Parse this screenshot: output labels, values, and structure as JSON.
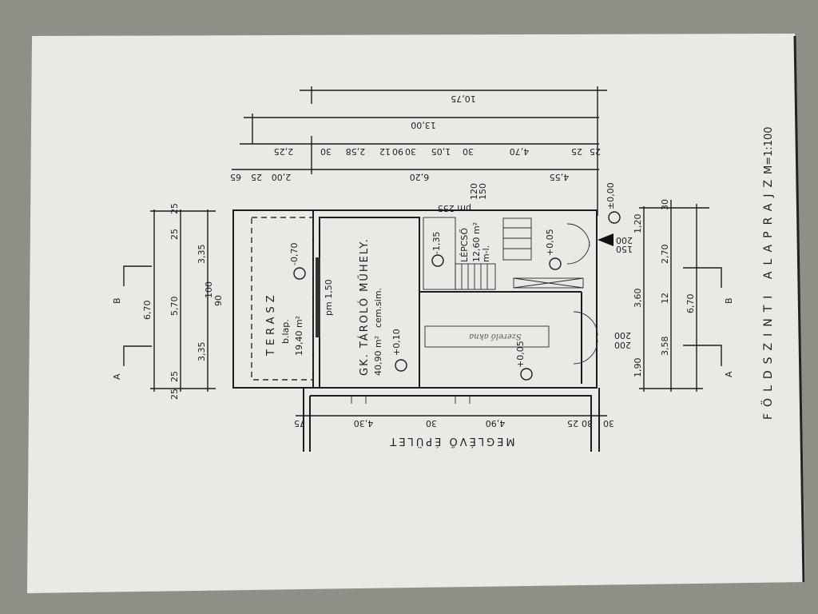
{
  "title": "FÖLDSZINTI ALAPRAJZ",
  "scale": "M=1:100",
  "existing_building": "MEGLÉVŐ ÉPÜLET",
  "rooms": {
    "terrace": {
      "name": "TERASZ",
      "floor": "b.lap.",
      "area": "19,40 m²",
      "level": "-0,70"
    },
    "garage": {
      "name": "GK. TÁROLÓ MŰHELY.",
      "area": "40,90 m²",
      "floor": "cem.sim.",
      "level": "+0,10"
    },
    "stair": {
      "name": "LÉPCSŐ",
      "area": "12,60 m²",
      "floor": "m-l."
    },
    "pit": {
      "level": "-1,35"
    },
    "hall": {
      "level": "+0,05"
    },
    "garage_front": {
      "level": "+0,05"
    },
    "inspection_pit": "Szerelő akna",
    "entrance_level": "±0,00"
  },
  "openings": {
    "window_main": "pm 1,50",
    "window_stair_pm": "pm 255",
    "window_stair_a": "120",
    "window_stair_b": "150",
    "door_entry_a": "200",
    "door_entry_b": "150",
    "door_garage_a": "200",
    "door_garage_b": "200",
    "left_opening_a": "100",
    "left_opening_b": "90"
  },
  "dims_top": {
    "row1": [
      "10,75"
    ],
    "row2": [
      "13,00"
    ],
    "row3": [
      "2,25",
      "30",
      "2,58",
      "12",
      "90",
      "30",
      "1,05",
      "30",
      "4,70",
      "25",
      "25"
    ],
    "row4": [
      "65",
      "25",
      "2,00",
      "6,20",
      "4,55"
    ]
  },
  "dims_right": {
    "row1": [
      "1,20",
      "3,60",
      "1,90"
    ],
    "row2": [
      "30",
      "2,70",
      "12",
      "3,58"
    ],
    "row3": [
      "6,70"
    ]
  },
  "dims_left": {
    "row1": [
      "6,70"
    ],
    "row2": [
      "25",
      "5,70",
      "25"
    ],
    "row3": [
      "25",
      "3,35",
      "3,35",
      "25"
    ]
  },
  "dims_bottom": [
    "75",
    "4,30",
    "30",
    "4,90",
    "25",
    "30",
    "30"
  ],
  "sections": [
    "A",
    "B",
    "A",
    "B"
  ]
}
